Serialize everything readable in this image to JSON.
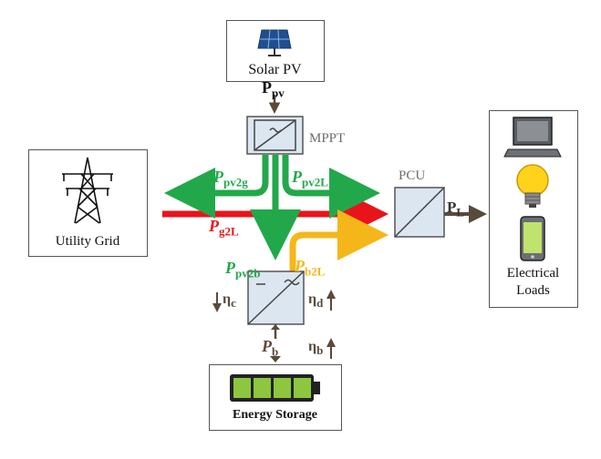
{
  "blocks": {
    "solar_pv": "Solar PV",
    "utility_grid": "Utility Grid",
    "electrical_loads_line1": "Electrical",
    "electrical_loads_line2": "Loads",
    "energy_storage": "Energy Storage",
    "mppt": "MPPT",
    "pcu": "PCU"
  },
  "symbols": {
    "p_pv": {
      "base": "P",
      "sub": "pv"
    },
    "p_pv2g": {
      "base": "P",
      "sub": "pv2g"
    },
    "p_pv2l": {
      "base": "P",
      "sub": "pv2L"
    },
    "p_g2l": {
      "base": "P",
      "sub": "g2L"
    },
    "p_pv2b": {
      "base": "P",
      "sub": "pv2b"
    },
    "p_b2l": {
      "base": "P",
      "sub": "b2L"
    },
    "p_l": {
      "base": "P",
      "sub": "L"
    },
    "p_b": {
      "base": "P",
      "sub": "b"
    },
    "eta_c": {
      "base": "η",
      "sub": "c"
    },
    "eta_d": {
      "base": "η",
      "sub": "d"
    },
    "eta_b": {
      "base": "η",
      "sub": "b"
    }
  },
  "colors": {
    "green": "#22a84a",
    "red": "#e8141b",
    "yellow": "#f5b61a",
    "brown": "#5a4a3a",
    "converter_fill": "#dbe6f0"
  },
  "icons": [
    "solar-panel-icon",
    "transmission-tower-icon",
    "computer-monitor-icon",
    "light-bulb-icon",
    "smartphone-icon",
    "battery-icon"
  ]
}
